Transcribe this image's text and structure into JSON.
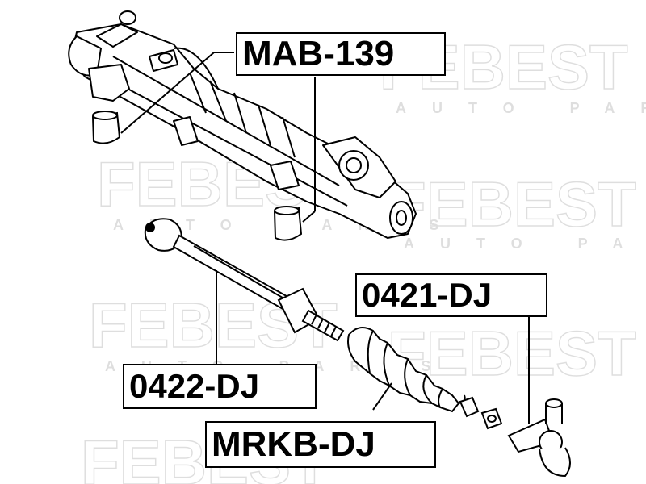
{
  "watermark": {
    "brand": "FEBEST",
    "tagline": "AUTO PARTS"
  },
  "labels": {
    "rack_bushing": "MAB-139",
    "inner_tie_rod": "0422-DJ",
    "outer_tie_rod_end": "0421-DJ",
    "boot_kit": "MRKB-DJ"
  }
}
